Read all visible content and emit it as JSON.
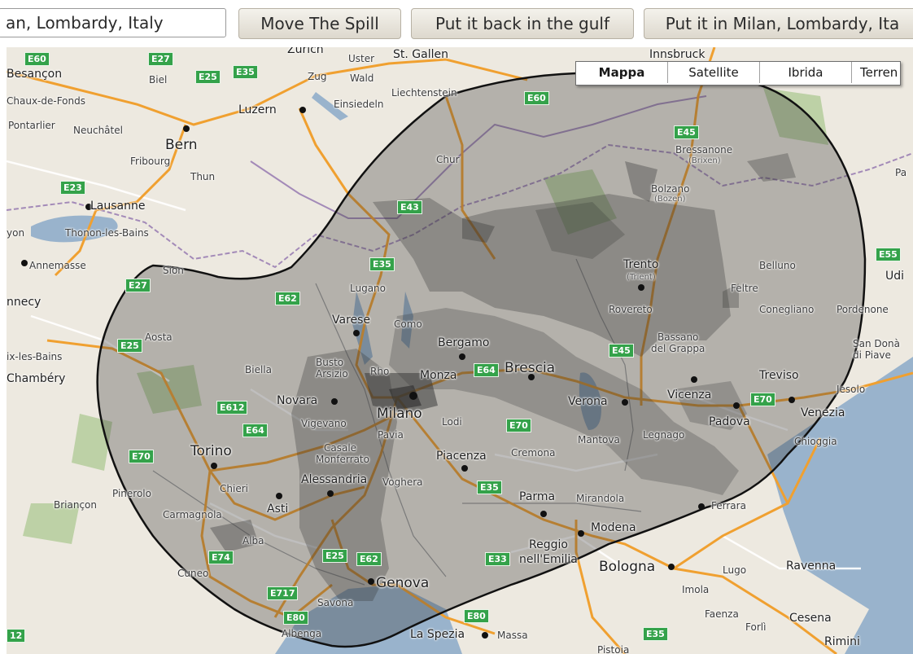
{
  "toolbar": {
    "location_value": "an, Lombardy, Italy",
    "move_spill_label": "Move The Spill",
    "put_back_label": "Put it back in the gulf",
    "put_milan_label": "Put it in Milan, Lombardy, Ita"
  },
  "map_type": {
    "mappa": "Mappa",
    "satellite": "Satellite",
    "ibrida": "Ibrida",
    "terreno": "Terren"
  },
  "colors": {
    "spill_fill": "#3a3a3a",
    "spill_outline": "#111111",
    "sea": "#99b3cc",
    "road_major": "#f0a030",
    "road_minor": "#ffffff",
    "shield": "#34a24a"
  },
  "places": {
    "besancon": "Besançon",
    "biel": "Biel",
    "chaux": "Chaux-de-Fonds",
    "pontarlier": "Pontarlier",
    "neuchatel": "Neuchâtel",
    "bern": "Bern",
    "fribourg": "Fribourg",
    "thun": "Thun",
    "lausanne": "Lausanne",
    "thonon": "Thonon-les-Bains",
    "yon": "yon",
    "annemasse": "Annemasse",
    "nnecy": "nnecy",
    "aix": "ix-les-Bains",
    "chambery": "Chambéry",
    "luzern": "Luzern",
    "zurich": "Zurich",
    "uster": "Uster",
    "st_gallen": "St. Gallen",
    "zug": "Zug",
    "wald": "Wald",
    "einsiedeln": "Einsiedeln",
    "liechtenstein": "Liechtenstein",
    "chur": "Chur",
    "innsbruck": "Innsbruck",
    "bressanone": "Bressanone",
    "brixen": "(Brixen)",
    "bolzano": "Bolzano",
    "bozen": "(Bozen)",
    "trento": "Trento",
    "trient": "(Trient)",
    "belluno": "Belluno",
    "feltre": "Feltre",
    "rovereto": "Rovereto",
    "conegliano": "Conegliano",
    "pordenone": "Pordenone",
    "udi": "Udi",
    "bassano": "Bassano",
    "del_grappa": "del Grappa",
    "san_dona": "San Donà",
    "di_piave": "di Piave",
    "treviso": "Treviso",
    "jesolo": "Jesolo",
    "venezia": "Venezia",
    "chioggia": "Chioggia",
    "vicenza": "Vicenza",
    "padova": "Padova",
    "legnago": "Legnago",
    "verona": "Verona",
    "mantova": "Mantova",
    "brescia": "Brescia",
    "bergamo": "Bergamo",
    "monza": "Monza",
    "milano": "Milano",
    "lodi": "Lodi",
    "varese": "Varese",
    "como": "Como",
    "lugano": "Lugano",
    "sion": "Sion",
    "aosta": "Aosta",
    "biella": "Biella",
    "busto": "Busto",
    "arsizio": "Arsizio",
    "rho": "Rho",
    "novara": "Novara",
    "vigevano": "Vigevano",
    "pavia": "Pavia",
    "casale": "Casale",
    "monferrato": "Monferrato",
    "torino": "Torino",
    "chieri": "Chieri",
    "asti": "Asti",
    "alessandria": "Alessandria",
    "voghera": "Voghera",
    "piacenza": "Piacenza",
    "cremona": "Cremona",
    "parma": "Parma",
    "mirandola": "Mirandola",
    "modena": "Modena",
    "reggio": "Reggio",
    "nell_emilia": "nell'Emilia",
    "ferrara": "Ferrara",
    "bologna": "Bologna",
    "lugo": "Lugo",
    "ravenna": "Ravenna",
    "imola": "Imola",
    "faenza": "Faenza",
    "forli": "Forlì",
    "cesena": "Cesena",
    "rimini": "Rimini",
    "pinerolo": "Pinerolo",
    "carmagnola": "Carmagnola",
    "briancon": "Briançon",
    "alba": "Alba",
    "cuneo": "Cuneo",
    "savona": "Savona",
    "albenga": "Albenga",
    "genova": "Genova",
    "la_spezia": "La Spezia",
    "massa": "Massa",
    "pistoia": "Pistoia",
    "pa": "Pa"
  },
  "shields": {
    "e60a": "E60",
    "e27a": "E27",
    "e25a": "E25",
    "e35a": "E35",
    "e60b": "E60",
    "e45a": "E45",
    "e23": "E23",
    "e43": "E43",
    "e35b": "E35",
    "e27b": "E27",
    "e62a": "E62",
    "e55": "E55",
    "e25b": "E25",
    "e45b": "E45",
    "e64a": "E64",
    "e612": "E612",
    "e64b": "E64",
    "e70a": "E70",
    "e70b": "E70",
    "e70c": "E70",
    "e35c": "E35",
    "e74": "E74",
    "e25c": "E25",
    "e62b": "E62",
    "e33": "E33",
    "e717": "E717",
    "e80a": "E80",
    "e80b": "E80",
    "e35d": "E35",
    "e12": "12"
  }
}
